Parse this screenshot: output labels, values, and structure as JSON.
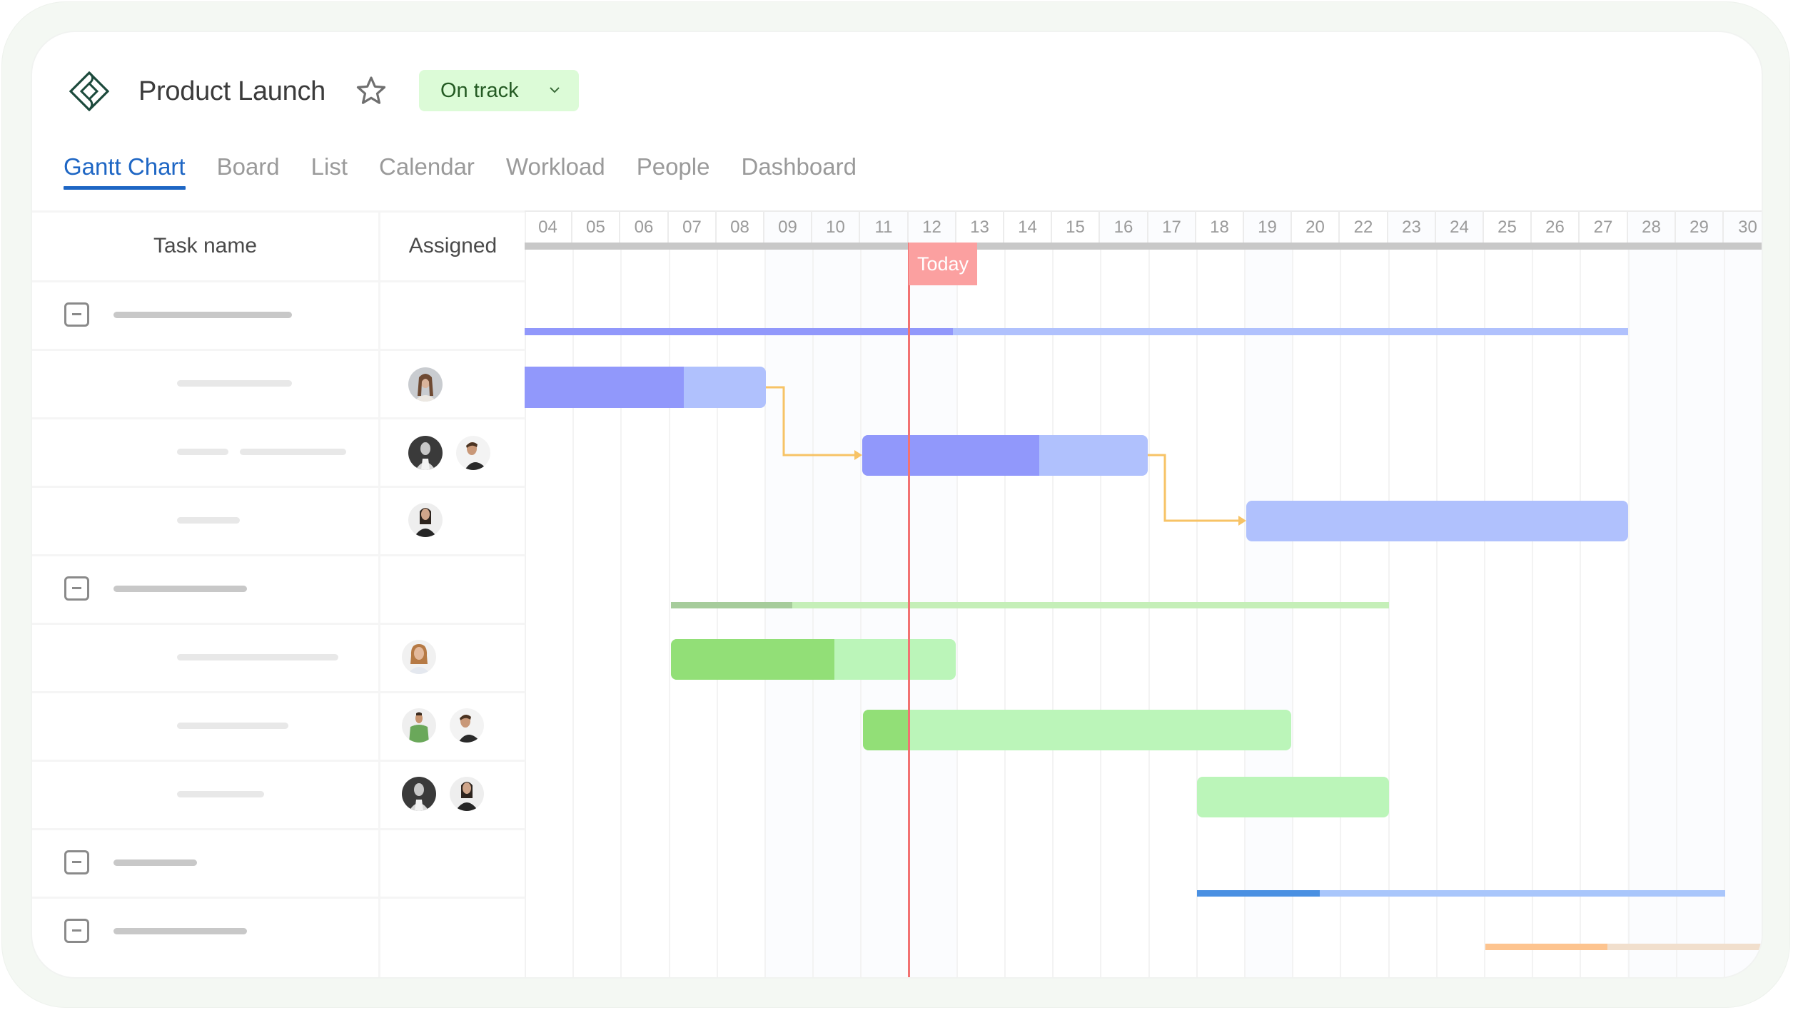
{
  "header": {
    "logo": "diamond-logo-icon",
    "title": "Product Launch",
    "favorite_icon": "star-outline-icon",
    "status": {
      "label": "On track",
      "icon": "chevron-down-icon",
      "bg": "#dcfbd7",
      "color": "#245a23"
    }
  },
  "tabs": [
    {
      "label": "Gantt Chart",
      "active": true
    },
    {
      "label": "Board",
      "active": false
    },
    {
      "label": "List",
      "active": false
    },
    {
      "label": "Calendar",
      "active": false
    },
    {
      "label": "Workload",
      "active": false
    },
    {
      "label": "People",
      "active": false
    },
    {
      "label": "Dashboard",
      "active": false
    }
  ],
  "table": {
    "columns": {
      "task_name": "Task name",
      "assigned": "Assigned"
    },
    "rows": [
      {
        "type": "group",
        "name_placeholder_widths": [
          250
        ],
        "assignees": []
      },
      {
        "type": "task",
        "name_placeholder_widths": [
          161
        ],
        "assignees": [
          "avatar-woman-light-sweater"
        ]
      },
      {
        "type": "task",
        "name_placeholder_widths": [
          72,
          149
        ],
        "assignees": [
          "avatar-woman-bw-tanktop",
          "avatar-man-black-hoodie"
        ]
      },
      {
        "type": "task",
        "name_placeholder_widths": [
          88
        ],
        "assignees": [
          "avatar-woman-black-top"
        ]
      },
      {
        "type": "group",
        "name_placeholder_widths": [
          187
        ],
        "assignees": []
      },
      {
        "type": "task",
        "name_placeholder_widths": [
          226
        ],
        "assignees": [
          "avatar-woman-curly-hair"
        ]
      },
      {
        "type": "task",
        "name_placeholder_widths": [
          156
        ],
        "assignees": [
          "avatar-man-green-tshirt",
          "avatar-man-black-hoodie"
        ]
      },
      {
        "type": "task",
        "name_placeholder_widths": [
          122
        ],
        "assignees": [
          "avatar-woman-bw-tanktop",
          "avatar-woman-black-top"
        ]
      },
      {
        "type": "group",
        "name_placeholder_widths": [
          117
        ],
        "assignees": []
      },
      {
        "type": "group",
        "name_placeholder_widths": [
          187
        ],
        "assignees": []
      }
    ]
  },
  "timeline": {
    "dates": [
      "04",
      "05",
      "06",
      "07",
      "08",
      "09",
      "10",
      "11",
      "12",
      "13",
      "14",
      "15",
      "16",
      "17",
      "18",
      "19",
      "20",
      "22",
      "23",
      "24",
      "25",
      "26",
      "27",
      "28",
      "29",
      "30"
    ],
    "today_label": "Today",
    "today_date": "12",
    "today_color": "#f27272"
  },
  "chart_data": {
    "type": "gantt",
    "title": "Product Launch",
    "x_axis": [
      "04",
      "05",
      "06",
      "07",
      "08",
      "09",
      "10",
      "11",
      "12",
      "13",
      "14",
      "15",
      "16",
      "17",
      "18",
      "19",
      "20",
      "22",
      "23",
      "24",
      "25",
      "26",
      "27",
      "28",
      "29",
      "30"
    ],
    "today": "12",
    "groups": [
      {
        "color_done": "#9198fb",
        "color_rest": "#b0c1fd",
        "summary": {
          "start": "04",
          "end": "27",
          "progress_to": "12 (~0.9 col)"
        },
        "tasks": [
          {
            "start": "04",
            "end": "09",
            "progress_to": "07",
            "assignees": 1
          },
          {
            "start": "11",
            "end": "16",
            "progress_to": "15 (~0.7 col)",
            "assignees": 2,
            "depends_on": 0
          },
          {
            "start": "19",
            "end": "27",
            "progress_to": null,
            "assignees": 1,
            "depends_on": 1
          }
        ]
      },
      {
        "color_done": "#92df77",
        "color_rest": "#bbf5b9",
        "summary_done": "#a6cc9b",
        "summary_rest": "#c5efb8",
        "summary": {
          "start": "07",
          "end": "22",
          "progress_to": "09 (~0.5 col)"
        },
        "tasks": [
          {
            "start": "07",
            "end": "12",
            "progress_to": "10 (~0.4 col)",
            "assignees": 1
          },
          {
            "start": "11",
            "end": "19",
            "progress_to": "12",
            "assignees": 2
          },
          {
            "start": "18",
            "end": "22",
            "progress_to": null,
            "assignees": 2
          }
        ]
      },
      {
        "color_done": "#4a90e2",
        "color_rest": "#a9c6fb",
        "summary": {
          "start": "18",
          "end": "29",
          "progress_to": "20 (~0.5 col)"
        },
        "tasks": []
      },
      {
        "color_done": "#fdc48f",
        "color_rest": "#f1dfcd",
        "summary": {
          "start": "25",
          "end": "30+",
          "progress_to": "27 (~0.5 col)"
        },
        "tasks": []
      }
    ]
  }
}
